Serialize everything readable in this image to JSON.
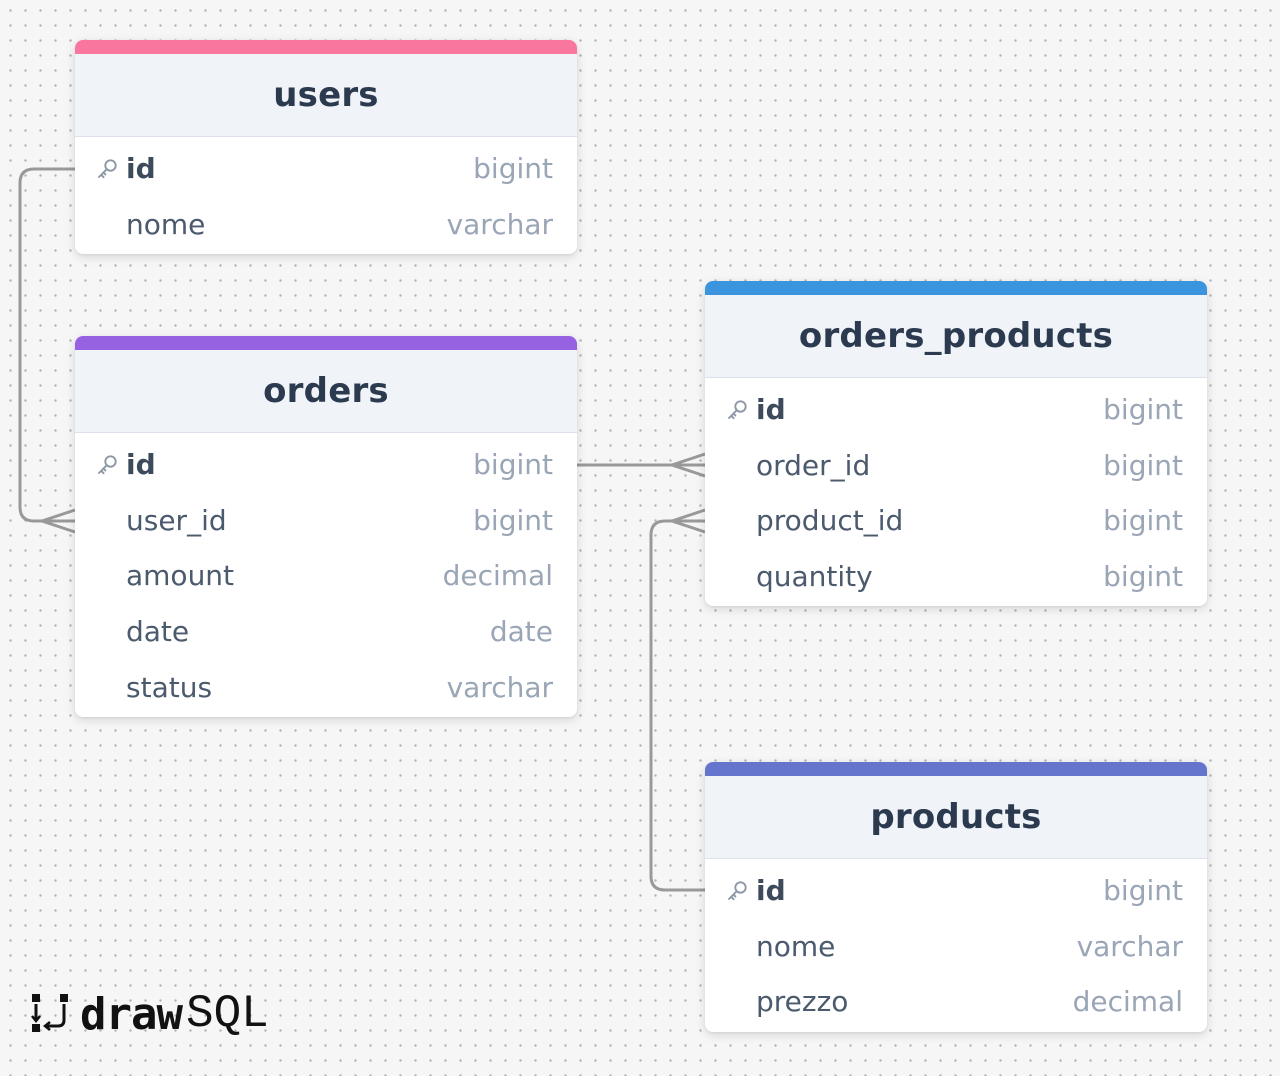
{
  "brand": {
    "word_draw": "draw",
    "word_sql": "SQL"
  },
  "tables": {
    "users": {
      "title": "users",
      "color": "#f9769e",
      "rows": [
        {
          "name": "id",
          "type": "bigint",
          "primary_key": true
        },
        {
          "name": "nome",
          "type": "varchar",
          "primary_key": false
        }
      ]
    },
    "orders": {
      "title": "orders",
      "color": "#9662e2",
      "rows": [
        {
          "name": "id",
          "type": "bigint",
          "primary_key": true
        },
        {
          "name": "user_id",
          "type": "bigint",
          "primary_key": false
        },
        {
          "name": "amount",
          "type": "decimal",
          "primary_key": false
        },
        {
          "name": "date",
          "type": "date",
          "primary_key": false
        },
        {
          "name": "status",
          "type": "varchar",
          "primary_key": false
        }
      ]
    },
    "orders_products": {
      "title": "orders_products",
      "color": "#3b94de",
      "rows": [
        {
          "name": "id",
          "type": "bigint",
          "primary_key": true
        },
        {
          "name": "order_id",
          "type": "bigint",
          "primary_key": false
        },
        {
          "name": "product_id",
          "type": "bigint",
          "primary_key": false
        },
        {
          "name": "quantity",
          "type": "bigint",
          "primary_key": false
        }
      ]
    },
    "products": {
      "title": "products",
      "color": "#6574cd",
      "rows": [
        {
          "name": "id",
          "type": "bigint",
          "primary_key": true
        },
        {
          "name": "nome",
          "type": "varchar",
          "primary_key": false
        },
        {
          "name": "prezzo",
          "type": "decimal",
          "primary_key": false
        }
      ]
    }
  },
  "relationships": [
    {
      "from": "users.id",
      "to": "orders.user_id",
      "cardinality": "one-to-many"
    },
    {
      "from": "orders.id",
      "to": "orders_products.order_id",
      "cardinality": "one-to-many"
    },
    {
      "from": "products.id",
      "to": "orders_products.product_id",
      "cardinality": "one-to-many"
    }
  ],
  "colors": {
    "connector": "#999999",
    "key_icon": "#8d97a5"
  }
}
